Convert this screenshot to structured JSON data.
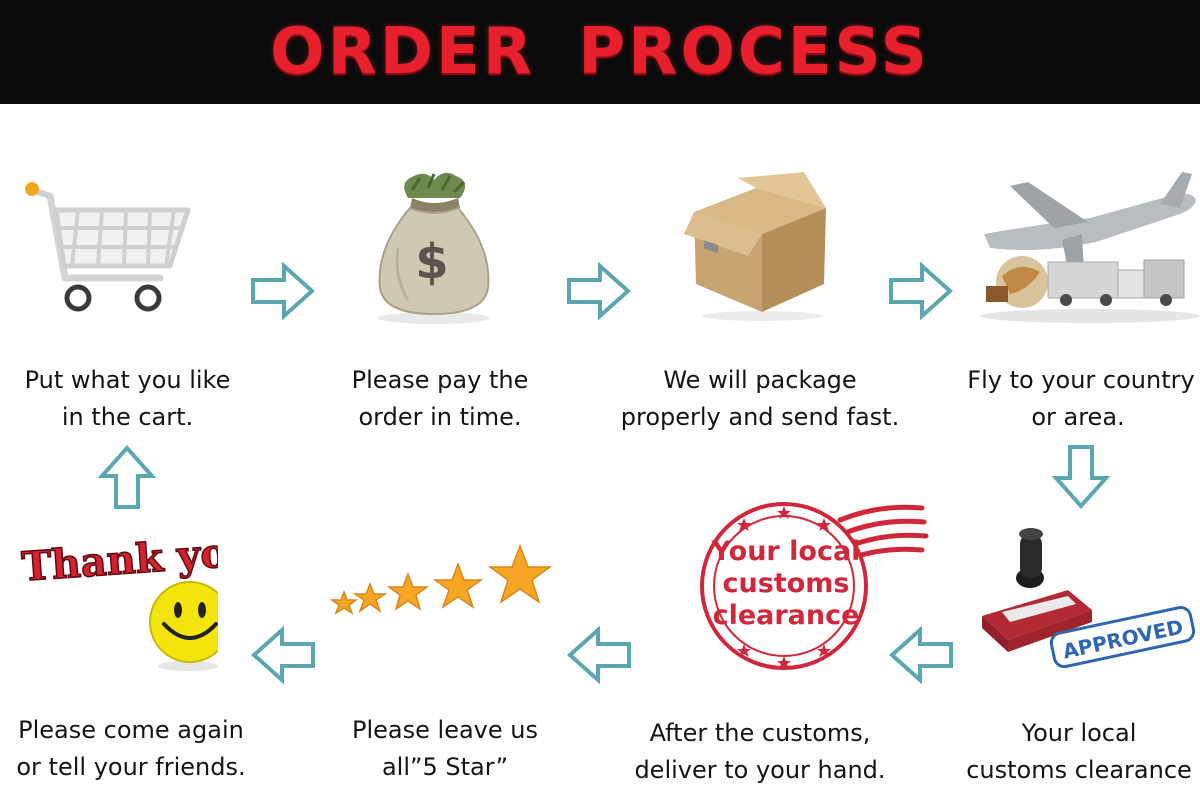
{
  "header": {
    "title": "ORDER  PROCESS"
  },
  "steps": [
    {
      "line1": "Put what you like",
      "line2": "in the cart."
    },
    {
      "line1": "Please pay the",
      "line2": "order in time."
    },
    {
      "line1": "We will package",
      "line2": "properly and send fast."
    },
    {
      "line1": "Fly to your country",
      "line2": "or area."
    },
    {
      "line1": "Your local",
      "line2": "customs clearance"
    },
    {
      "line1": "After the customs,",
      "line2": "deliver to your hand."
    },
    {
      "line1": "Please leave us",
      "line2": "all”5 Star”"
    },
    {
      "line1": "Please come again",
      "line2": "or tell your friends."
    }
  ],
  "icons": {
    "money_bag_symbol": "$",
    "thank_you_text": "Thank you!",
    "stamp_line1": "Your local",
    "stamp_line2": "customs",
    "stamp_line3": "clearance",
    "approved_text": "APPROVED"
  },
  "colors": {
    "header_bg": "#0b0b0b",
    "title_red": "#e8202e",
    "arrow_teal": "#5aa7b2",
    "star_orange": "#f6a623",
    "stamp_red": "#d0283a"
  }
}
